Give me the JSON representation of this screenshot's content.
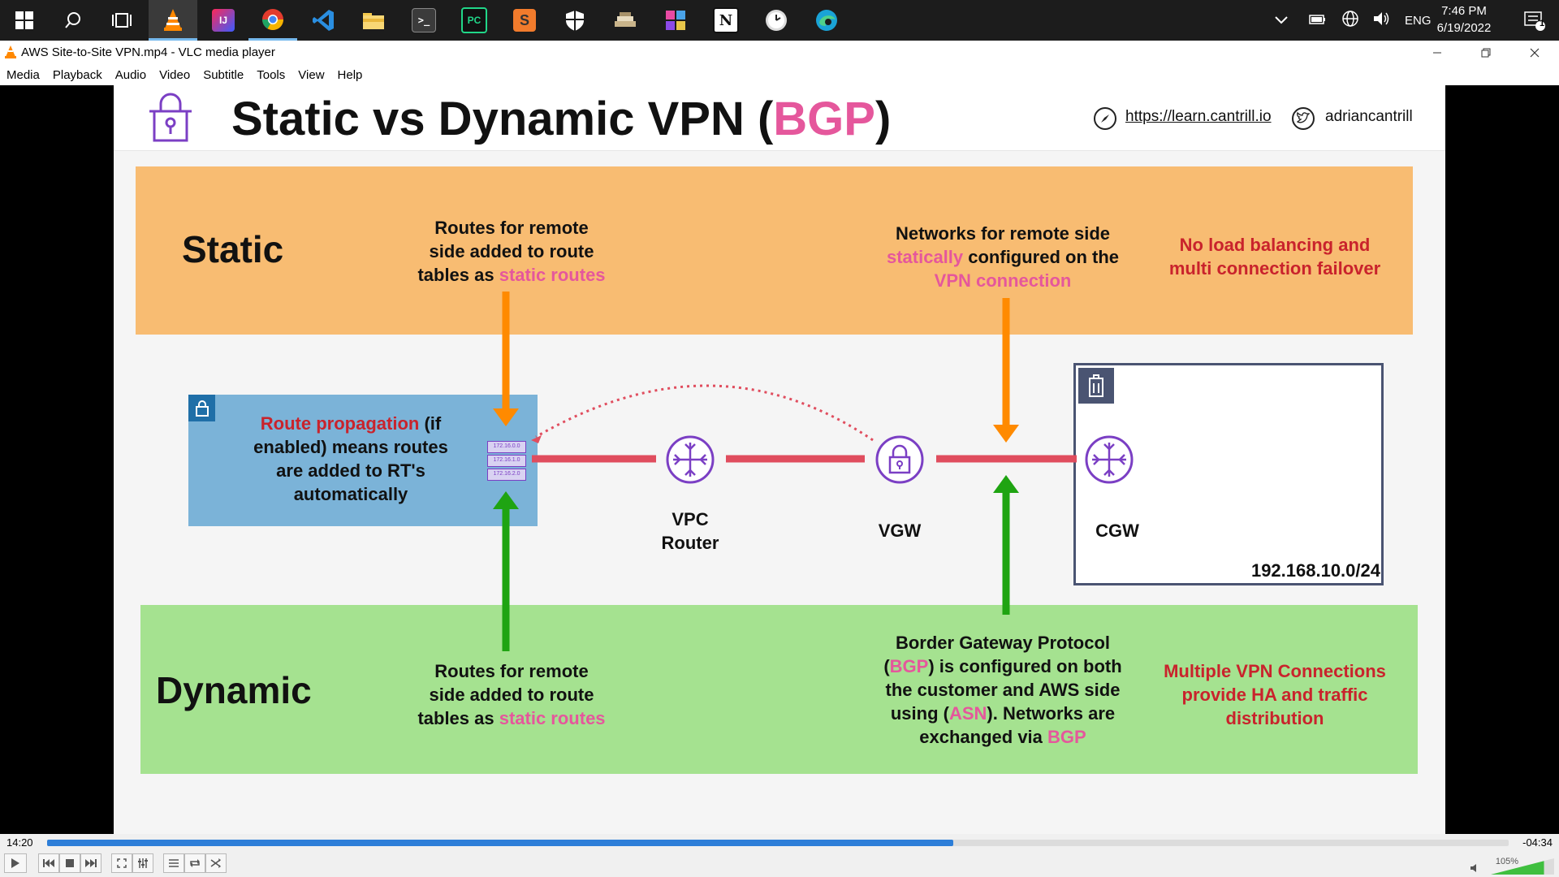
{
  "taskbar": {
    "apps": [
      {
        "name": "start",
        "icon": "windows-logo-icon"
      },
      {
        "name": "search",
        "icon": "search-icon"
      },
      {
        "name": "task-view",
        "icon": "task-view-icon"
      },
      {
        "name": "vlc",
        "icon": "vlc-cone-icon",
        "label": ""
      },
      {
        "name": "intellij",
        "icon": "intellij-icon",
        "label": "IJ"
      },
      {
        "name": "chrome",
        "icon": "chrome-icon"
      },
      {
        "name": "vscode",
        "icon": "vscode-icon"
      },
      {
        "name": "file-explorer",
        "icon": "folder-icon"
      },
      {
        "name": "terminal",
        "icon": "terminal-icon",
        "label": ">_"
      },
      {
        "name": "pycharm",
        "icon": "pycharm-icon",
        "label": "PC"
      },
      {
        "name": "sublime",
        "icon": "sublime-icon",
        "label": "S"
      },
      {
        "name": "security",
        "icon": "shield-icon"
      },
      {
        "name": "app-stack",
        "icon": "stack-icon"
      },
      {
        "name": "app-tiles",
        "icon": "tiles-icon"
      },
      {
        "name": "notion",
        "icon": "notion-icon",
        "label": "N"
      },
      {
        "name": "clock-app",
        "icon": "clock-icon"
      },
      {
        "name": "edge",
        "icon": "edge-icon"
      }
    ],
    "tray": {
      "language": "ENG",
      "time": "7:46 PM",
      "date": "6/19/2022",
      "notifications": "1"
    }
  },
  "window": {
    "title": "AWS Site-to-Site VPN.mp4 - VLC media player"
  },
  "menu": [
    "Media",
    "Playback",
    "Audio",
    "Video",
    "Subtitle",
    "Tools",
    "View",
    "Help"
  ],
  "slide": {
    "title_prefix": "Static vs Dynamic VPN (",
    "title_highlight": "BGP",
    "title_suffix": ")",
    "link_url": "https://learn.cantrill.io",
    "twitter": "adriancantrill",
    "static": {
      "label": "Static",
      "routes_l1": "Routes for remote",
      "routes_l2": "side added to route",
      "routes_l3a": "tables as ",
      "routes_l3b": "static routes",
      "networks_l1": "Networks for remote side",
      "networks_l2a": "statically",
      "networks_l2b": " configured on the",
      "networks_l3": "VPN connection",
      "note_l1": "No load balancing and",
      "note_l2": "multi connection failover"
    },
    "dynamic": {
      "label": "Dynamic",
      "routes_l1": "Routes for remote",
      "routes_l2": "side added to route",
      "routes_l3a": "tables as ",
      "routes_l3b": "static routes",
      "bgp_l1": "Border Gateway Protocol",
      "bgp_l2a": "(",
      "bgp_l2b": "BGP",
      "bgp_l2c": ") is configured on both",
      "bgp_l3": "the customer and AWS side",
      "bgp_l4a": "using (",
      "bgp_l4b": "ASN",
      "bgp_l4c": "). Networks are",
      "bgp_l5a": "exchanged via ",
      "bgp_l5b": "BGP",
      "note_l1": "Multiple VPN Connections",
      "note_l2": "provide HA and traffic",
      "note_l3": "distribution"
    },
    "vpc": {
      "prop_a": "Route propagation",
      "prop_b": " (if",
      "prop_l2": "enabled) means routes",
      "prop_l3": "are added to RT's",
      "prop_l4": "automatically",
      "rt_entries": [
        "172.16.0.0",
        "172.16.1.0",
        "172.16.2.0"
      ]
    },
    "nodes": {
      "vpc_router_l1": "VPC",
      "vpc_router_l2": "Router",
      "vgw": "VGW",
      "cgw": "CGW",
      "cidr": "192.168.10.0/24"
    }
  },
  "player": {
    "elapsed": "14:20",
    "remaining": "-04:34",
    "progress": 0.62,
    "volume_label": "105%",
    "volume": 1.05
  }
}
